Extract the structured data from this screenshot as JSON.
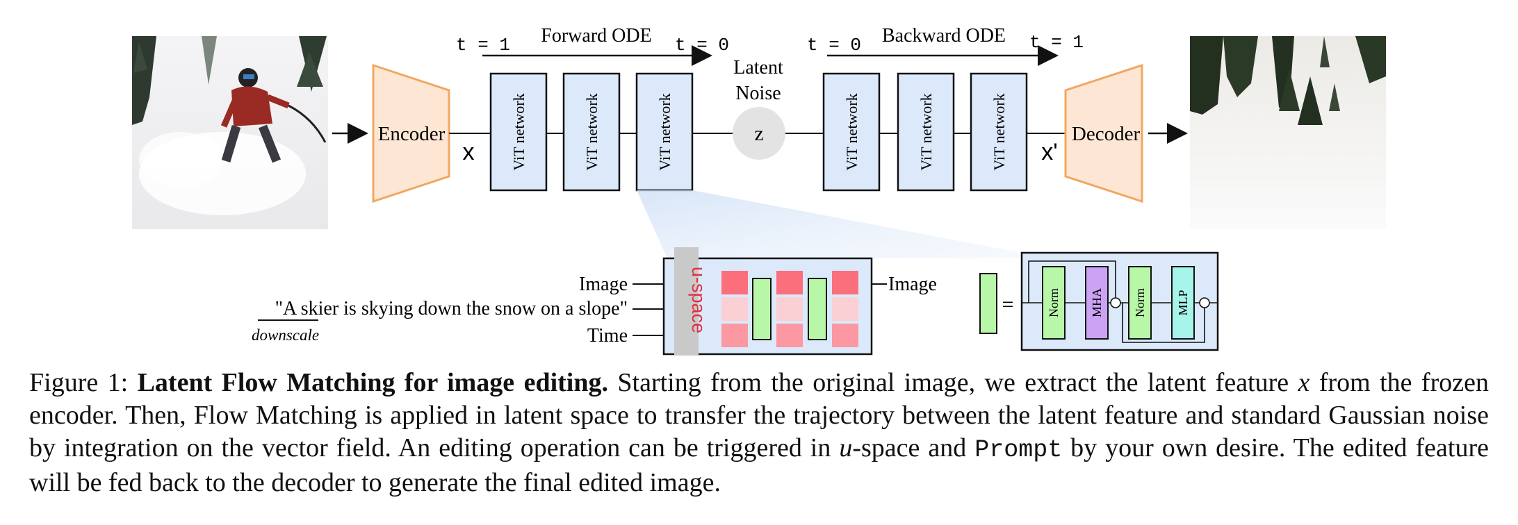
{
  "figure": {
    "photo_input": "input-photo-skier",
    "photo_output": "output-photo-snow-trees",
    "encoder_label": "Encoder",
    "decoder_label": "Decoder",
    "x_label": "x",
    "x_prime_label": "x'",
    "vit_label": "ViT network",
    "forward_ode": "Forward ODE",
    "backward_ode": "Backward ODE",
    "t1": "t = 1",
    "t0": "t = 0",
    "latent_noise_line1": "Latent",
    "latent_noise_line2": "Noise",
    "z_label": "z",
    "inputs": {
      "image": "Image",
      "prompt": "\"A skier is skying down the snow on a slope\"",
      "prompt_underlined": "A skier",
      "downscale": "downscale",
      "time": "Time",
      "output": "Image"
    },
    "uspace_label": "u-space",
    "block": {
      "equals": "=",
      "norm1": "Norm",
      "mha": "MHA",
      "norm2": "Norm",
      "mlp": "MLP"
    },
    "colors": {
      "vit_fill": "#dce9fb",
      "encoder_fill": "#fde7d4",
      "encoder_stroke": "#f0a860",
      "noise_fill": "#e3e3e3",
      "token_red": "#fb6f7c",
      "token_pink": "#fbd0d4",
      "token_mid": "#fb98a2",
      "green": "#b8f7a8",
      "purple": "#cba2f4",
      "cyan": "#a7f5ea",
      "uspace_text": "#e03040"
    }
  },
  "caption": {
    "prefix": "Figure 1: ",
    "bold": "Latent Flow Matching for image editing.",
    "part1": " Starting from the original image, we extract the latent feature ",
    "x": "x",
    "part2": " from the frozen encoder. Then, Flow Matching is applied in latent space to transfer the trajectory between the latent feature and standard Gaussian noise by integration on the vector field. An editing operation can be triggered in ",
    "u": "u",
    "part3": "-space and ",
    "prompt": "Prompt",
    "part4": " by your own desire. The edited feature will be fed back to the decoder to generate the final edited image."
  }
}
